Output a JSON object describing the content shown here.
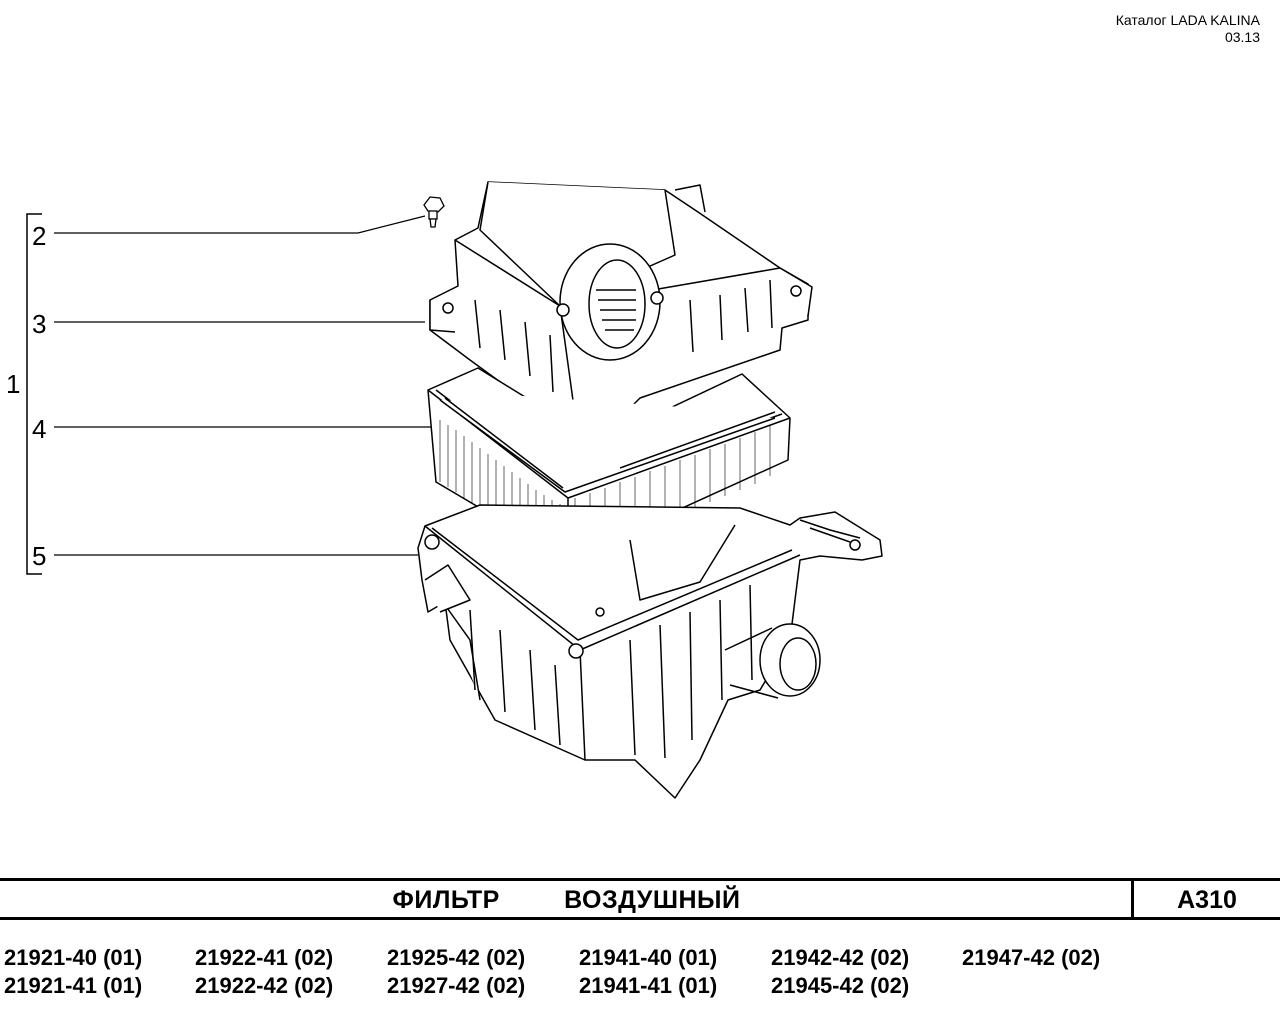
{
  "header": {
    "catalog": "Каталог LADA KALINA",
    "date": "03.13"
  },
  "callouts": {
    "group": "1",
    "items": [
      "2",
      "3",
      "4",
      "5"
    ]
  },
  "title": {
    "name": "ФИЛЬТР   ВОЗДУШНЫЙ",
    "code": "А310"
  },
  "models": [
    [
      "21921-40 (01)",
      "21921-41 (01)"
    ],
    [
      "21922-41 (02)",
      "21922-42 (02)"
    ],
    [
      "21925-42 (02)",
      "21927-42 (02)"
    ],
    [
      "21941-40 (01)",
      "21941-41 (01)"
    ],
    [
      "21942-42 (02)",
      "21945-42 (02)"
    ],
    [
      "21947-42 (02)"
    ]
  ]
}
